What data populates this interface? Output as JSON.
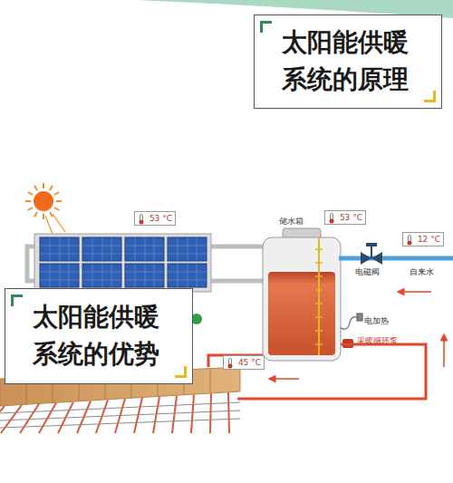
{
  "diagram": {
    "nodes": [
      {
        "text": [
          "太阳能供暖系统的原理"
        ]
      },
      {
        "text": [
          "53 °C"
        ]
      },
      {
        "text": [
          "储水箱"
        ]
      },
      {
        "text": [
          "53 °C"
        ]
      },
      {
        "text": [
          "12 °C"
        ]
      },
      {
        "text": [
          "太阳能供暖系统的优势"
        ]
      },
      {
        "text": [
          "45 °C"
        ]
      }
    ],
    "labels": [
      "电磁阀",
      "自来水",
      "电加热",
      "采暖循环泵"
    ]
  }
}
